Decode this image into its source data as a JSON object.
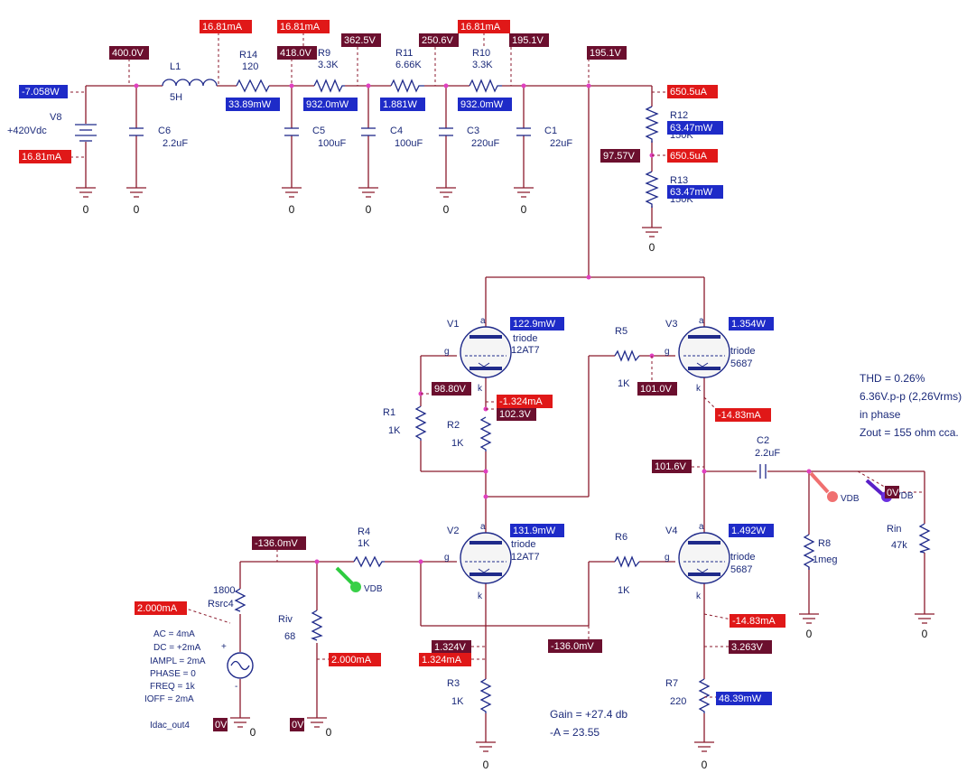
{
  "components": {
    "V8": {
      "name": "V8",
      "value": "+420Vdc"
    },
    "C6": {
      "name": "C6",
      "value": "2.2uF"
    },
    "L1": {
      "name": "L1",
      "value": "5H"
    },
    "R14": {
      "name": "R14",
      "value": "120"
    },
    "C5": {
      "name": "C5",
      "value": "100uF"
    },
    "R9": {
      "name": "R9",
      "value": "3.3K"
    },
    "C4": {
      "name": "C4",
      "value": "100uF"
    },
    "R11": {
      "name": "R11",
      "value": "6.66K"
    },
    "C3": {
      "name": "C3",
      "value": "220uF"
    },
    "R10": {
      "name": "R10",
      "value": "3.3K"
    },
    "C1": {
      "name": "C1",
      "value": "22uF"
    },
    "R12": {
      "name": "R12",
      "value": "150K"
    },
    "R13": {
      "name": "R13",
      "value": "150K"
    },
    "V1": {
      "name": "V1",
      "type": "triode",
      "model": "12AT7"
    },
    "V3": {
      "name": "V3",
      "type": "triode",
      "model": "5687"
    },
    "V2": {
      "name": "V2",
      "type": "triode",
      "model": "12AT7"
    },
    "V4": {
      "name": "V4",
      "type": "triode",
      "model": "5687"
    },
    "R1": {
      "name": "R1",
      "value": "1K"
    },
    "R2": {
      "name": "R2",
      "value": "1K"
    },
    "R5": {
      "name": "R5",
      "value": "1K"
    },
    "R4": {
      "name": "R4",
      "value": "1K"
    },
    "R6": {
      "name": "R6",
      "value": "1K"
    },
    "R3": {
      "name": "R3",
      "value": "1K"
    },
    "R7": {
      "name": "R7",
      "value": "220"
    },
    "C2": {
      "name": "C2",
      "value": "2.2uF"
    },
    "R8": {
      "name": "R8",
      "value": "1meg"
    },
    "Rin": {
      "name": "Rin",
      "value": "47k"
    },
    "Rsrc4": {
      "name": "Rsrc4",
      "value": "1800"
    },
    "Riv": {
      "name": "Riv",
      "value": "68"
    },
    "Isrc": {
      "name": "Idac_out4",
      "params": [
        "AC = 4mA",
        "DC = +2mA",
        "IAMPL = 2mA",
        "PHASE = 0",
        "FREQ = 1k",
        "IOFF = 2mA"
      ],
      "plus": "+",
      "minus": "-"
    }
  },
  "voltages": {
    "v400": "400.0V",
    "v418": "418.0V",
    "v3625": "362.5V",
    "v2506": "250.6V",
    "v1951a": "195.1V",
    "v1951b": "195.1V",
    "v9757": "97.57V",
    "v9880": "98.80V",
    "v1023": "102.3V",
    "v1010": "101.0V",
    "v1016": "101.6V",
    "vm136a": "-136.0mV",
    "vm136b": "-136.0mV",
    "v1324": "1.324V",
    "v3263": "3.263V",
    "v0a": "0V",
    "v0b": "0V",
    "v0c": "0V"
  },
  "currents": {
    "i1681a": "16.81mA",
    "i1681b": "16.81mA",
    "i1681c": "16.81mA",
    "i1681d": "16.81mA",
    "i6505a": "650.5uA",
    "i6505b": "650.5uA",
    "im1324": "-1.324mA",
    "im1483a": "-14.83mA",
    "im1483b": "-14.83mA",
    "i1324": "1.324mA",
    "i2000a": "2.000mA",
    "i2000b": "2.000mA"
  },
  "powers": {
    "pV8": "-7.058W",
    "pR14": "33.89mW",
    "pR9": "932.0mW",
    "pR11": "1.881W",
    "pR10": "932.0mW",
    "pR12": "63.47mW",
    "pR13": "63.47mW",
    "pV1": "122.9mW",
    "pV3": "1.354W",
    "pV2": "131.9mW",
    "pV4": "1.492W",
    "pR7": "48.39mW"
  },
  "grounds": {
    "label": "0"
  },
  "pins": {
    "a": "a",
    "g": "g",
    "k": "k"
  },
  "probes": {
    "vdb": "VDB"
  },
  "notes": {
    "thd": "THD =   0.26%",
    "vpp": "6.36V.p-p (2,26Vrms)",
    "phase": "in phase",
    "zout": "Zout = 155 ohm cca.",
    "gain": "Gain = +27.4 db",
    "a": "-A = 23.55"
  },
  "colors": {
    "voltage_box": "#6b0f2e",
    "current_box": "#e01818",
    "power_box": "#1e2bc8",
    "wire": "#8b1a2c",
    "node": "#e040c0"
  }
}
